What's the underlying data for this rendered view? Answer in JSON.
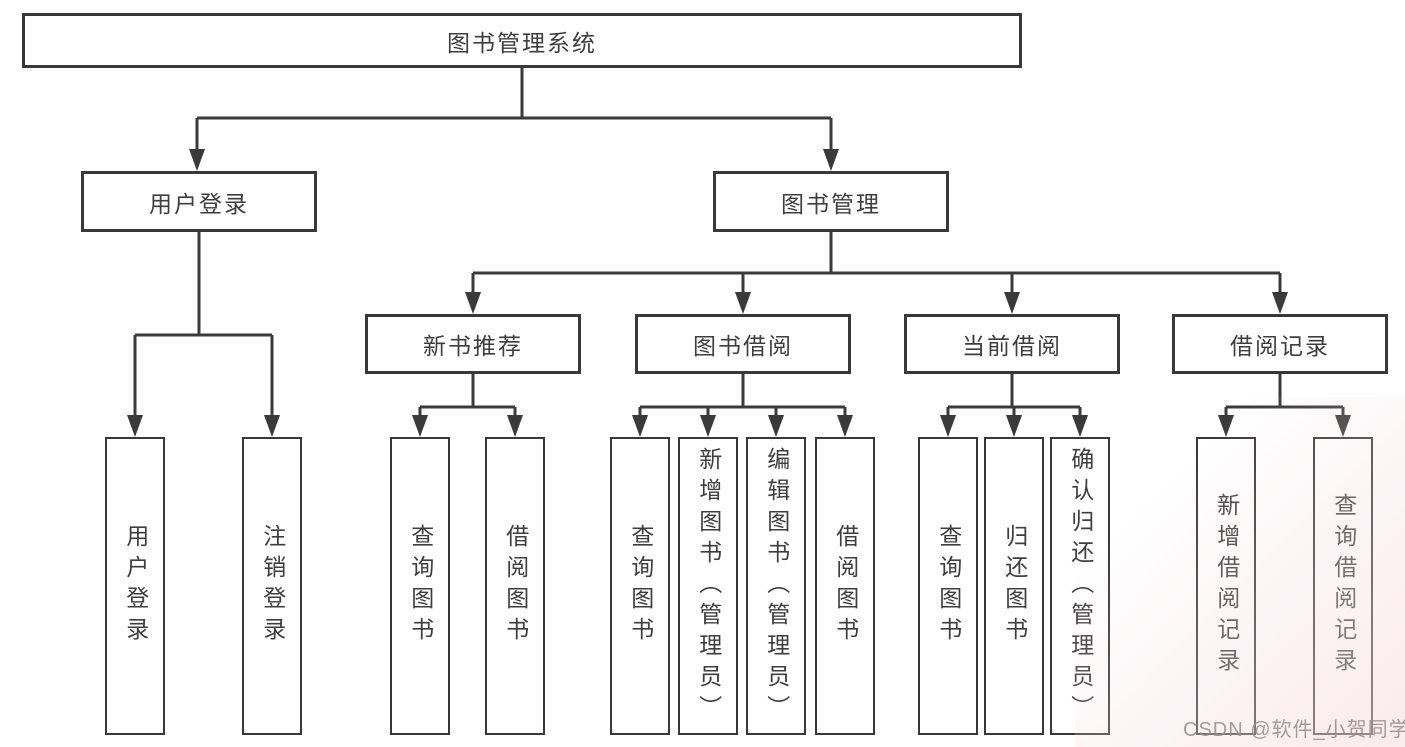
{
  "diagram": {
    "type": "hierarchy-tree",
    "colors": {
      "line": "#3a3a3a",
      "box_border": "#383838",
      "box_fill": "#ffffff",
      "text": "#3e3e3e",
      "watermark": "#948a8c"
    }
  },
  "tree": {
    "label": "图书管理系统",
    "children": [
      {
        "label": "用户登录",
        "children": [
          {
            "label": "用户登录"
          },
          {
            "label": "注销登录"
          }
        ]
      },
      {
        "label": "图书管理",
        "children": [
          {
            "label": "新书推荐",
            "children": [
              {
                "label": "查询图书"
              },
              {
                "label": "借阅图书"
              }
            ]
          },
          {
            "label": "图书借阅",
            "children": [
              {
                "label": "查询图书"
              },
              {
                "label": "新增图书（管理员）"
              },
              {
                "label": "编辑图书（管理员）"
              },
              {
                "label": "借阅图书"
              }
            ]
          },
          {
            "label": "当前借阅",
            "children": [
              {
                "label": "查询图书"
              },
              {
                "label": "归还图书"
              },
              {
                "label": "确认归还（管理员）"
              }
            ]
          },
          {
            "label": "借阅记录",
            "children": [
              {
                "label": "新增借阅记录"
              },
              {
                "label": "查询借阅记录"
              }
            ]
          }
        ]
      }
    ]
  },
  "watermark": {
    "text": "CSDN @软件_小贺同学"
  }
}
